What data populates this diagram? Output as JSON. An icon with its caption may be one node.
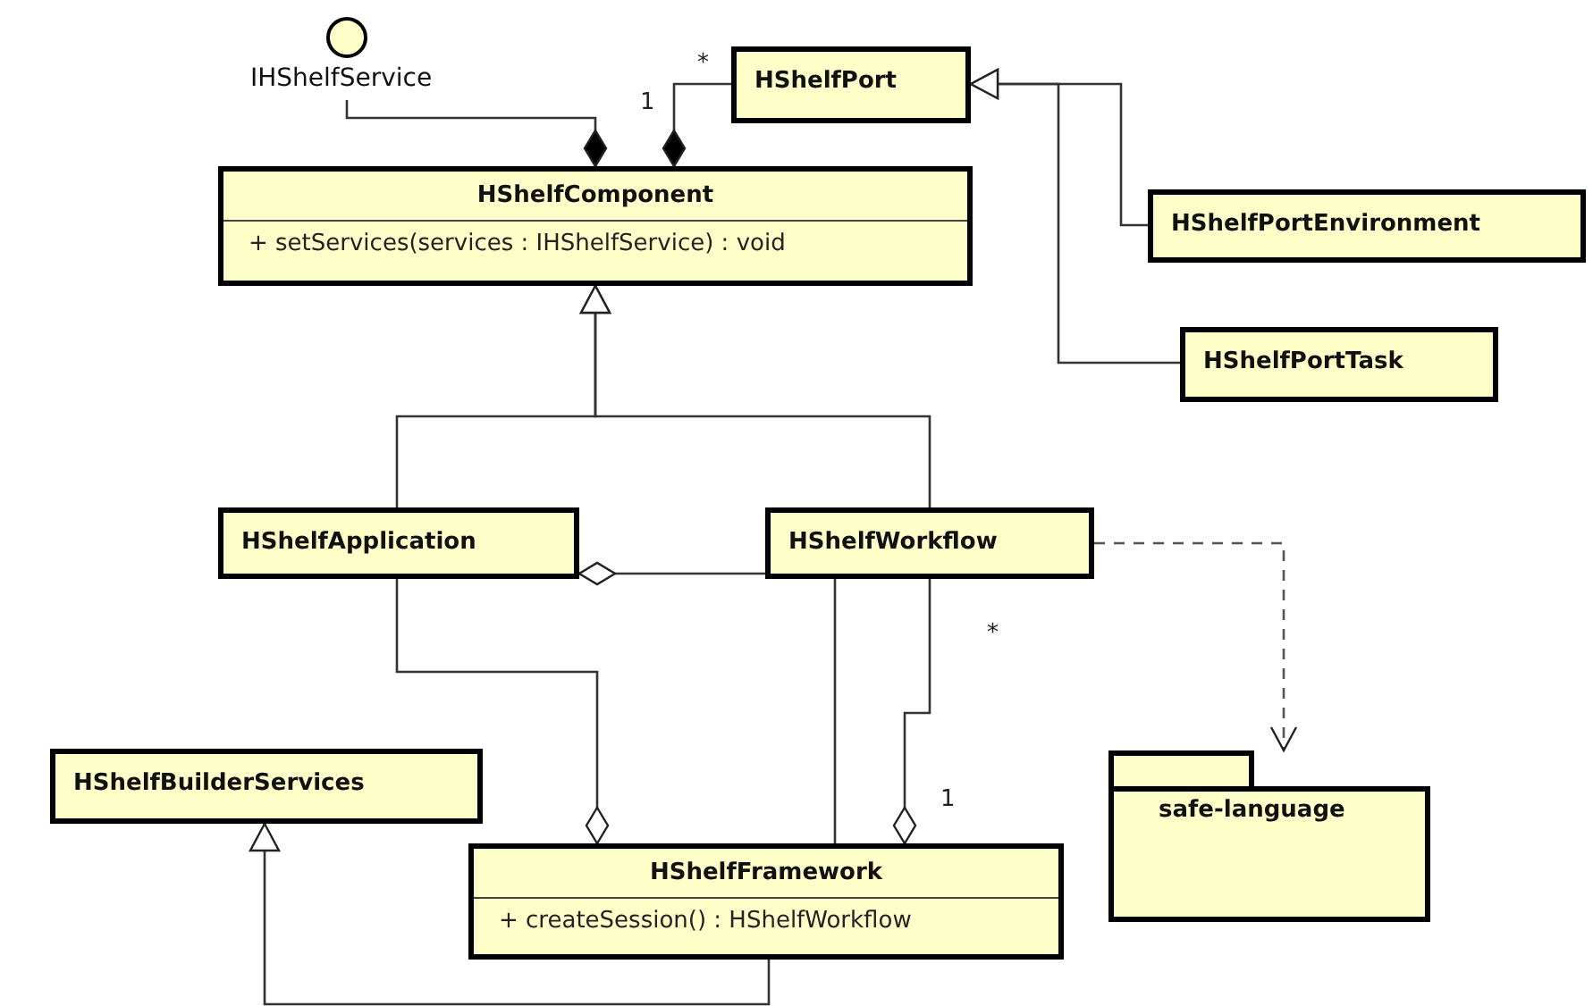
{
  "diagram": {
    "nodes": [
      {
        "text": [
          "IHShelfService"
        ]
      },
      {
        "text": [
          "HShelfComponent",
          "+ setServices(services : IHShelfService) : void"
        ]
      },
      {
        "text": [
          "HShelfPort"
        ]
      },
      {
        "text": [
          "HShelfPortEnvironment"
        ]
      },
      {
        "text": [
          "HShelfPortTask"
        ]
      },
      {
        "text": [
          "HShelfApplication"
        ]
      },
      {
        "text": [
          "HShelfWorkflow"
        ]
      },
      {
        "text": [
          "HShelfBuilderServices"
        ]
      },
      {
        "text": [
          "HShelfFramework",
          "+ createSession() : HShelfWorkflow"
        ]
      },
      {
        "text": [
          "safe-language"
        ]
      }
    ],
    "edges": [
      {
        "from": 0,
        "to": 1,
        "arrow": "other"
      },
      {
        "from": 2,
        "to": 1,
        "arrow": "other"
      },
      {
        "from": 3,
        "to": 2,
        "arrow": "to"
      },
      {
        "from": 4,
        "to": 2,
        "arrow": "to"
      },
      {
        "from": 5,
        "to": 1,
        "arrow": "to"
      },
      {
        "from": 6,
        "to": 1,
        "arrow": "to"
      },
      {
        "from": 6,
        "to": 5,
        "arrow": "other"
      },
      {
        "from": 5,
        "to": 8,
        "arrow": "other"
      },
      {
        "from": 6,
        "to": 8,
        "arrow": "none"
      },
      {
        "from": 6,
        "to": 8,
        "arrow": "other"
      },
      {
        "from": 8,
        "to": 7,
        "arrow": "to"
      },
      {
        "from": 6,
        "to": 9,
        "arrow": "to",
        "style": "dashed"
      }
    ],
    "labels": [
      "*",
      "1",
      "*",
      "1"
    ]
  }
}
